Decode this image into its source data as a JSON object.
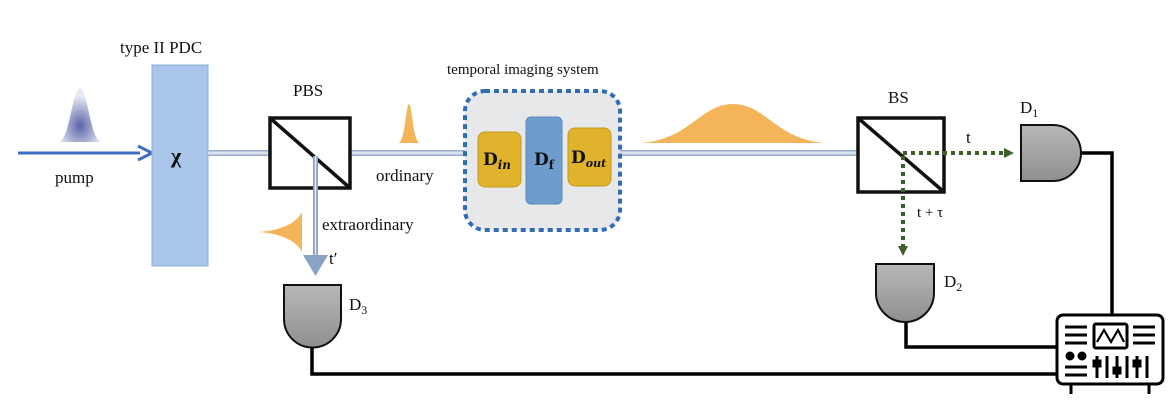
{
  "labels": {
    "crystal_title": "type II PDC",
    "crystal_symbol": "χ",
    "pump": "pump",
    "pbs": "PBS",
    "ordinary": "ordinary",
    "extraordinary": "extraordinary",
    "t_prime": "t′",
    "tis_title": "temporal imaging system",
    "d_in_base": "D",
    "d_in_sub": "in",
    "d_f_base": "D",
    "d_f_sub": "f",
    "d_out_base": "D",
    "d_out_sub": "out",
    "bs": "BS",
    "t": "t",
    "t_tau": "t + τ",
    "d1_base": "D",
    "d1_sub": "1",
    "d2_base": "D",
    "d2_sub": "2",
    "d3_base": "D",
    "d3_sub": "3"
  },
  "colors": {
    "pump_arrow": "#3f6fc4",
    "crystal_fill": "#a9c6ea",
    "beam": "#8aa2c4",
    "pulse_orange": "#f4b45a",
    "tis_border": "#2f6db5",
    "tis_fill": "#e6e8ea",
    "lens_box": "#e0b32c",
    "fiber_box": "#6d9ccd",
    "detector_gray": "#a8a8a8",
    "green_dash": "#3f5f2a",
    "cable": "#000000"
  },
  "icons": {
    "oscilloscope": "oscilloscope-icon",
    "detectors": "detector-icon"
  }
}
